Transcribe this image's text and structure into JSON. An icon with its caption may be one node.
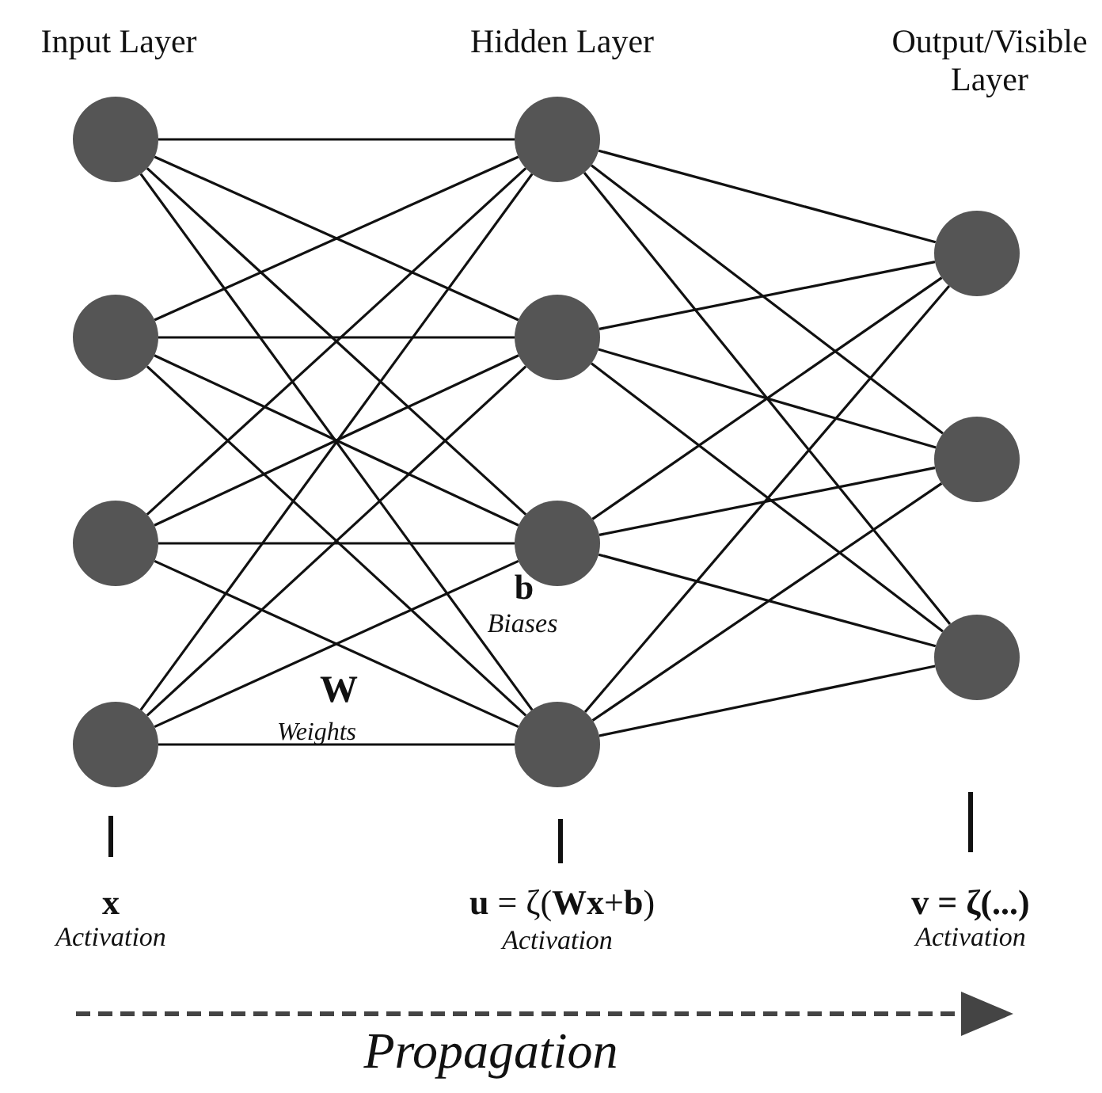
{
  "diagram": {
    "nodes": [
      {
        "text": [],
        "shape": "circle"
      },
      {
        "text": [],
        "shape": "circle"
      },
      {
        "text": [],
        "shape": "circle"
      },
      {
        "text": [],
        "shape": "circle"
      },
      {
        "text": [],
        "shape": "circle"
      },
      {
        "text": [],
        "shape": "circle"
      },
      {
        "text": [],
        "shape": "circle"
      },
      {
        "text": [],
        "shape": "circle"
      },
      {
        "text": [],
        "shape": "circle"
      },
      {
        "text": [],
        "shape": "circle"
      },
      {
        "text": [],
        "shape": "circle"
      }
    ],
    "edges": [
      {
        "from": 0,
        "to": 4,
        "arrow": "none"
      },
      {
        "from": 0,
        "to": 5,
        "arrow": "none"
      },
      {
        "from": 0,
        "to": 6,
        "arrow": "none"
      },
      {
        "from": 0,
        "to": 7,
        "arrow": "none"
      },
      {
        "from": 1,
        "to": 4,
        "arrow": "none"
      },
      {
        "from": 1,
        "to": 5,
        "arrow": "none"
      },
      {
        "from": 1,
        "to": 6,
        "arrow": "none"
      },
      {
        "from": 1,
        "to": 7,
        "arrow": "none"
      },
      {
        "from": 2,
        "to": 4,
        "arrow": "none"
      },
      {
        "from": 2,
        "to": 5,
        "arrow": "none"
      },
      {
        "from": 2,
        "to": 6,
        "arrow": "none"
      },
      {
        "from": 2,
        "to": 7,
        "arrow": "none"
      },
      {
        "from": 3,
        "to": 4,
        "arrow": "none"
      },
      {
        "from": 3,
        "to": 5,
        "arrow": "none"
      },
      {
        "from": 3,
        "to": 6,
        "arrow": "none"
      },
      {
        "from": 3,
        "to": 7,
        "arrow": "none"
      },
      {
        "from": 4,
        "to": 8,
        "arrow": "none"
      },
      {
        "from": 4,
        "to": 9,
        "arrow": "none"
      },
      {
        "from": 4,
        "to": 10,
        "arrow": "none"
      },
      {
        "from": 5,
        "to": 8,
        "arrow": "none"
      },
      {
        "from": 5,
        "to": 9,
        "arrow": "none"
      },
      {
        "from": 5,
        "to": 10,
        "arrow": "none"
      },
      {
        "from": 6,
        "to": 8,
        "arrow": "none"
      },
      {
        "from": 6,
        "to": 9,
        "arrow": "none"
      },
      {
        "from": 6,
        "to": 10,
        "arrow": "none"
      },
      {
        "from": 7,
        "to": 8,
        "arrow": "none"
      },
      {
        "from": 7,
        "to": 9,
        "arrow": "none"
      },
      {
        "from": 7,
        "to": 10,
        "arrow": "none"
      }
    ],
    "labels": [
      "Input Layer",
      "Hidden Layer",
      "Output/Visible Layer",
      "b",
      "Biases",
      "W",
      "Weights",
      "x",
      "Activation",
      "**u** = ζ(**Wx**+**b**)",
      "Activation",
      "v = ζ(...)",
      "Activation",
      "Propagation"
    ]
  }
}
